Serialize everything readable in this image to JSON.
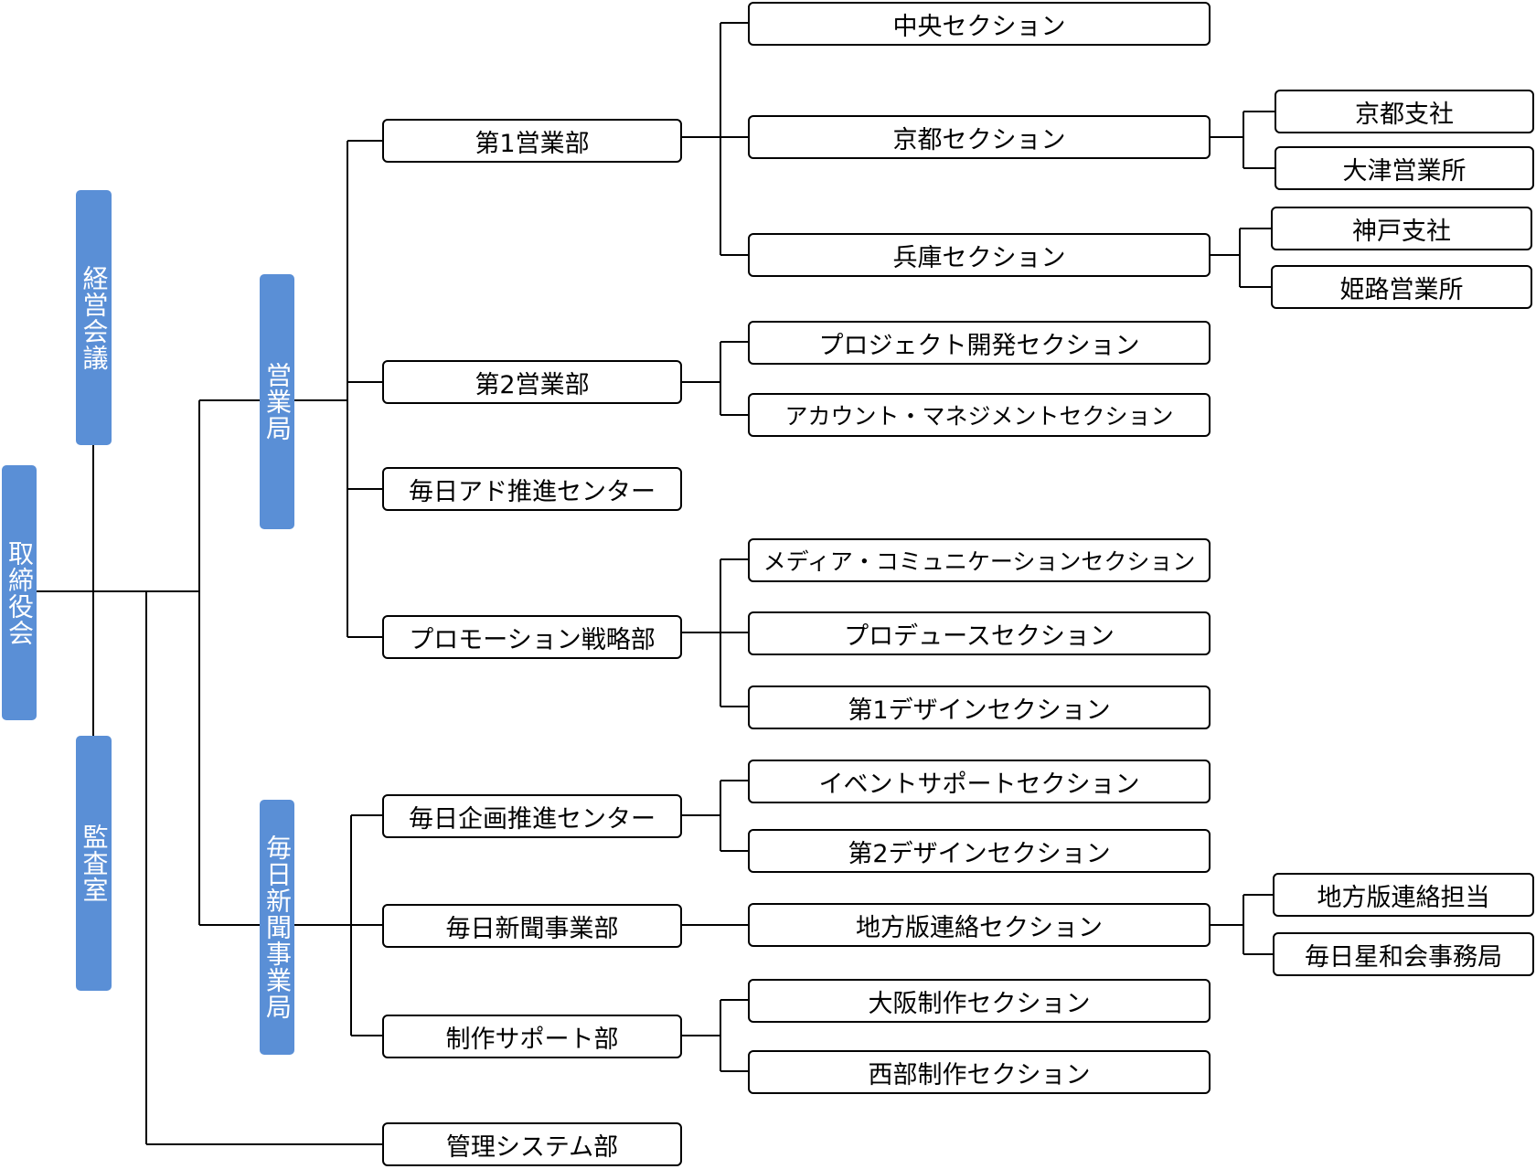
{
  "boards": {
    "torishimariyakukai": "取締役会",
    "keiei_kaigi": "経営会議",
    "kansa_shitsu": "監査室"
  },
  "bureaus": {
    "eigyo_kyoku": "営業局",
    "mainichi_shinbun_jigyo_kyoku": "毎日新聞事業局"
  },
  "departments": {
    "dai1_eigyobu": "第1営業部",
    "dai2_eigyobu": "第2営業部",
    "mainichi_ad": "毎日アド推進センター",
    "promotion_senryaku": "プロモーション戦略部",
    "mainichi_kikaku": "毎日企画推進センター",
    "mainichi_shinbun_jigyobu": "毎日新聞事業部",
    "seisaku_support": "制作サポート部",
    "kanri_system": "管理システム部"
  },
  "sections": {
    "chuo": "中央セクション",
    "kyoto": "京都セクション",
    "hyogo": "兵庫セクション",
    "project_kaihatsu": "プロジェクト開発セクション",
    "account_management": "アカウント・マネジメントセクション",
    "media_communication": "メディア・コミュニケーションセクション",
    "producer": "プロデュースセクション",
    "dai1_design": "第1デザインセクション",
    "event_support": "イベントサポートセクション",
    "dai2_design": "第2デザインセクション",
    "chihoban_renraku": "地方版連絡セクション",
    "osaka_seisaku": "大阪制作セクション",
    "seibu_seisaku": "西部制作セクション"
  },
  "units": {
    "kyoto_shisha": "京都支社",
    "otsu_eigyosho": "大津営業所",
    "kobe_shisha": "神戸支社",
    "himeji_eigyosho": "姫路営業所",
    "chihoban_renraku_tanto": "地方版連絡担当",
    "mainichi_seiwakai": "毎日星和会事務局"
  }
}
